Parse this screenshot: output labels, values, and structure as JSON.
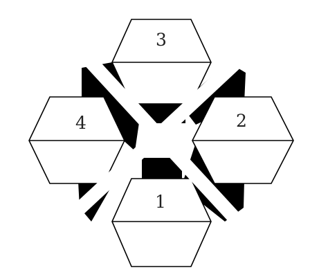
{
  "diagram": {
    "labels": {
      "top": "3",
      "right": "2",
      "bottom": "1",
      "left": "4"
    }
  }
}
